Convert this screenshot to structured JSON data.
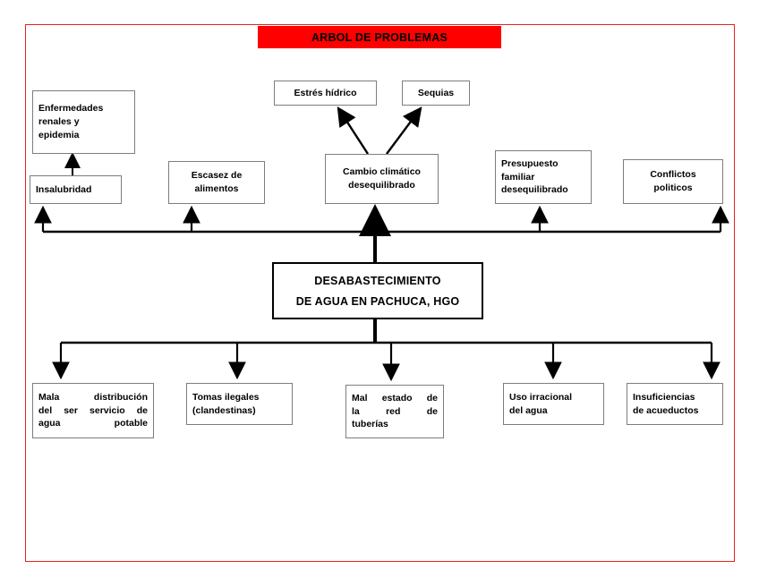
{
  "title": {
    "text": "ARBOL DE PROBLEMAS",
    "banner_color": "#fe0000",
    "text_color": "#000000"
  },
  "frame": {
    "border_color": "#e8221f"
  },
  "core": {
    "line1": "DESABASTECIMIENTO",
    "line2": "DE AGUA EN PACHUCA, HGO"
  },
  "effects_top": [
    {
      "id": "estres-hidrico",
      "lines": [
        "Estrés hídrico"
      ],
      "align": "center"
    },
    {
      "id": "sequias",
      "lines": [
        "Sequias"
      ],
      "align": "center"
    }
  ],
  "effects": [
    {
      "id": "enfermedades-renales",
      "lines": [
        "Enfermedades",
        "renales           y",
        "epidemia"
      ],
      "align": "left"
    },
    {
      "id": "insalubridad",
      "lines": [
        "Insalubridad"
      ],
      "align": "left"
    },
    {
      "id": "escasez-de-alimentos",
      "lines": [
        "Escasez de",
        "alimentos"
      ],
      "align": "center"
    },
    {
      "id": "cambio-climatico",
      "lines": [
        "Cambio climático",
        "desequilibrado"
      ],
      "align": "center"
    },
    {
      "id": "presupuesto-familiar",
      "lines": [
        "Presupuesto",
        "familiar",
        "desequilibrado"
      ],
      "align": "left"
    },
    {
      "id": "conflictos-politicos",
      "lines": [
        "Conflictos",
        "politicos"
      ],
      "align": "center"
    }
  ],
  "causes": [
    {
      "id": "mala-distribucion",
      "lines": [
        "Mala    distribución",
        "del  ser  servicio  de",
        "agua potable"
      ],
      "align": "justify"
    },
    {
      "id": "tomas-ilegales",
      "lines": [
        "Tomas ilegales",
        "(clandestinas)"
      ],
      "align": "left"
    },
    {
      "id": "mal-estado-red",
      "lines": [
        "Mal  estado  de",
        "la        red       de",
        "tuberías"
      ],
      "align": "justify"
    },
    {
      "id": "uso-irracional",
      "lines": [
        "Uso   irracional",
        "del agua"
      ],
      "align": "left"
    },
    {
      "id": "insuficiencias-acueductos",
      "lines": [
        "Insuficiencias",
        "de acueductos"
      ],
      "align": "left"
    }
  ]
}
